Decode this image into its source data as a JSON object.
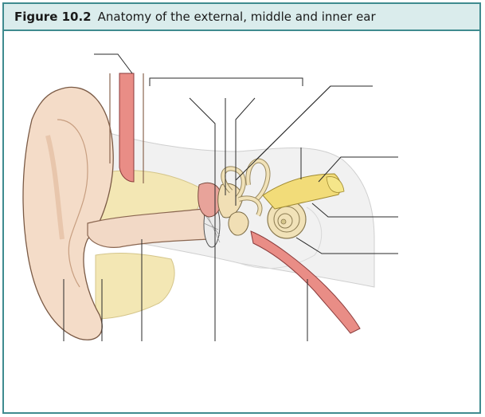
{
  "figure": {
    "number": "Figure 10.2",
    "caption": "Anatomy of the external, middle and inner ear"
  },
  "colors": {
    "frame": "#3f8b8f",
    "title_bg": "#daecec",
    "skin": "#f3ddc8",
    "skin_shadow": "#e7c3a8",
    "bone": "#f3e7b4",
    "canal": "#f5e3d6",
    "tube": "#e98d86",
    "nerve": "#f2dc79",
    "leader": "#2a2a2a"
  },
  "icons": [
    "ear-diagram-illustration"
  ]
}
